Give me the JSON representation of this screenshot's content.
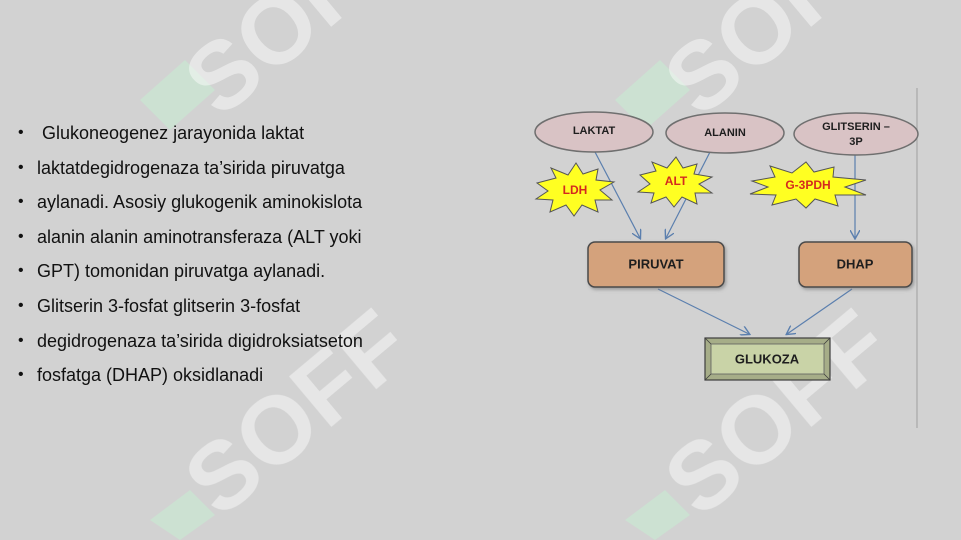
{
  "watermark": {
    "text": "SOFF"
  },
  "bullets": [
    " Glukoneogenez jarayonida laktat",
    "laktatdegidrogenaza ta’sirida piruvatga",
    "aylanadi. Asosiy glukogenik aminokislota",
    "alanin alanin aminotransferaza (ALT yoki",
    "GPT) tomonidan piruvatga aylanadi.",
    "Glitserin 3-fosfat glitserin 3-fosfat",
    "degidrogenaza ta’sirida digidroksiatseton",
    "fosfatga (DHAP) oksidlanadi"
  ],
  "diagram": {
    "substrates": {
      "laktat": "LAKTAT",
      "alanin": "ALANIN",
      "glitserin_line1": "GLITSERIN –",
      "glitserin_line2": "3P"
    },
    "enzymes": {
      "ldh": "LDH",
      "alt": "ALT",
      "g3pdh": "G-3PDH"
    },
    "intermediates": {
      "piruvat": "PIRUVAT",
      "dhap": "DHAP"
    },
    "product": "GLUKOZA"
  },
  "colors": {
    "background": "#d2d2d2",
    "substrate_fill": "#d9c3c5",
    "intermediate_fill": "#d4a27c",
    "product_fill": "#c9d3a7",
    "enzyme_fill": "#ffff22",
    "enzyme_text": "#d42a1e",
    "arrow": "#5b7fae",
    "watermark": "#ffffff",
    "watermark_leaf": "#c7ecd1"
  }
}
